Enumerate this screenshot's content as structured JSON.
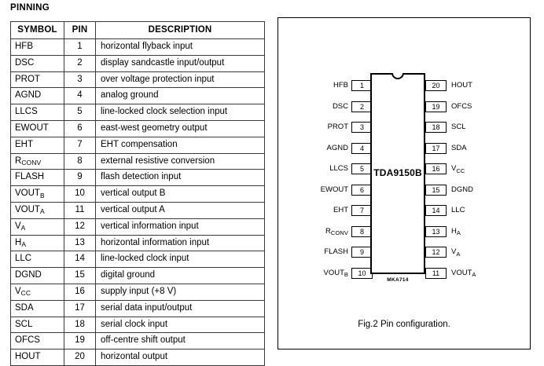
{
  "section": {
    "heading": "PINNING"
  },
  "table": {
    "headers": [
      "SYMBOL",
      "PIN",
      "DESCRIPTION"
    ],
    "rows": [
      {
        "symbol": "HFB",
        "sub": "",
        "pin": "1",
        "description": "horizontal flyback input"
      },
      {
        "symbol": "DSC",
        "sub": "",
        "pin": "2",
        "description": "display sandcastle input/output"
      },
      {
        "symbol": "PROT",
        "sub": "",
        "pin": "3",
        "description": "over voltage protection input"
      },
      {
        "symbol": "AGND",
        "sub": "",
        "pin": "4",
        "description": "analog ground"
      },
      {
        "symbol": "LLCS",
        "sub": "",
        "pin": "5",
        "description": "line-locked clock selection input"
      },
      {
        "symbol": "EWOUT",
        "sub": "",
        "pin": "6",
        "description": "east-west geometry output"
      },
      {
        "symbol": "EHT",
        "sub": "",
        "pin": "7",
        "description": "EHT compensation"
      },
      {
        "symbol": "R",
        "sub": "CONV",
        "pin": "8",
        "description": "external resistive conversion"
      },
      {
        "symbol": "FLASH",
        "sub": "",
        "pin": "9",
        "description": "flash detection input"
      },
      {
        "symbol": "VOUT",
        "sub": "B",
        "pin": "10",
        "description": "vertical output B"
      },
      {
        "symbol": "VOUT",
        "sub": "A",
        "pin": "11",
        "description": "vertical output A"
      },
      {
        "symbol": "V",
        "sub": "A",
        "pin": "12",
        "description": "vertical information input"
      },
      {
        "symbol": "H",
        "sub": "A",
        "pin": "13",
        "description": "horizontal information input"
      },
      {
        "symbol": "LLC",
        "sub": "",
        "pin": "14",
        "description": "line-locked clock input"
      },
      {
        "symbol": "DGND",
        "sub": "",
        "pin": "15",
        "description": "digital ground"
      },
      {
        "symbol": "V",
        "sub": "CC",
        "pin": "16",
        "description": "supply input (+8 V)"
      },
      {
        "symbol": "SDA",
        "sub": "",
        "pin": "17",
        "description": "serial data input/output"
      },
      {
        "symbol": "SCL",
        "sub": "",
        "pin": "18",
        "description": "serial clock input"
      },
      {
        "symbol": "OFCS",
        "sub": "",
        "pin": "19",
        "description": "off-centre shift output"
      },
      {
        "symbol": "HOUT",
        "sub": "",
        "pin": "20",
        "description": "horizontal output"
      }
    ]
  },
  "figure": {
    "device_name": "TDA9150B",
    "package_code": "MKA714",
    "caption": "Fig.2  Pin configuration.",
    "left_pins": [
      {
        "pin": "1",
        "label": "HFB",
        "sub": ""
      },
      {
        "pin": "2",
        "label": "DSC",
        "sub": ""
      },
      {
        "pin": "3",
        "label": "PROT",
        "sub": ""
      },
      {
        "pin": "4",
        "label": "AGND",
        "sub": ""
      },
      {
        "pin": "5",
        "label": "LLCS",
        "sub": ""
      },
      {
        "pin": "6",
        "label": "EWOUT",
        "sub": ""
      },
      {
        "pin": "7",
        "label": "EHT",
        "sub": ""
      },
      {
        "pin": "8",
        "label": "R",
        "sub": "CONV"
      },
      {
        "pin": "9",
        "label": "FLASH",
        "sub": ""
      },
      {
        "pin": "10",
        "label": "VOUT",
        "sub": "B"
      }
    ],
    "right_pins": [
      {
        "pin": "20",
        "label": "HOUT",
        "sub": ""
      },
      {
        "pin": "19",
        "label": "OFCS",
        "sub": ""
      },
      {
        "pin": "18",
        "label": "SCL",
        "sub": ""
      },
      {
        "pin": "17",
        "label": "SDA",
        "sub": ""
      },
      {
        "pin": "16",
        "label": "V",
        "sub": "CC"
      },
      {
        "pin": "15",
        "label": "DGND",
        "sub": ""
      },
      {
        "pin": "14",
        "label": "LLC",
        "sub": ""
      },
      {
        "pin": "13",
        "label": "H",
        "sub": "A"
      },
      {
        "pin": "12",
        "label": "V",
        "sub": "A"
      },
      {
        "pin": "11",
        "label": "VOUT",
        "sub": "A"
      }
    ]
  }
}
